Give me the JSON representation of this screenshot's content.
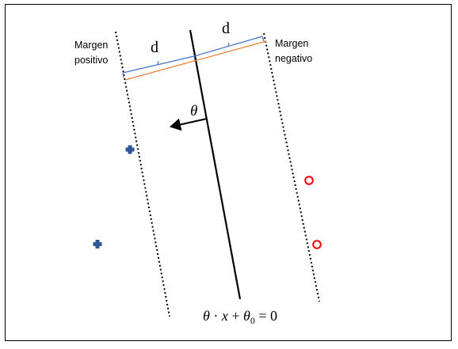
{
  "diagram": {
    "labels": {
      "positive_margin_line1": "Margen",
      "positive_margin_line2": "positivo",
      "negative_margin_line1": "Margen",
      "negative_margin_line2": "negativo",
      "distance_left": "d",
      "distance_right": "d",
      "theta": "θ"
    },
    "equation": {
      "theta": "θ",
      "dot": " · ",
      "x": "x",
      "plus": " + ",
      "theta0": "θ",
      "subscript": "0",
      "equals": " = 0"
    },
    "points": {
      "positive_class": [
        "plus",
        "plus"
      ],
      "negative_class": [
        "circle",
        "circle"
      ]
    },
    "colors": {
      "positive_point": "#2f5597",
      "negative_point": "#ff0000",
      "distance_bracket": "#4472c4",
      "offset_line": "#ed7d31",
      "lines": "#000000"
    }
  }
}
